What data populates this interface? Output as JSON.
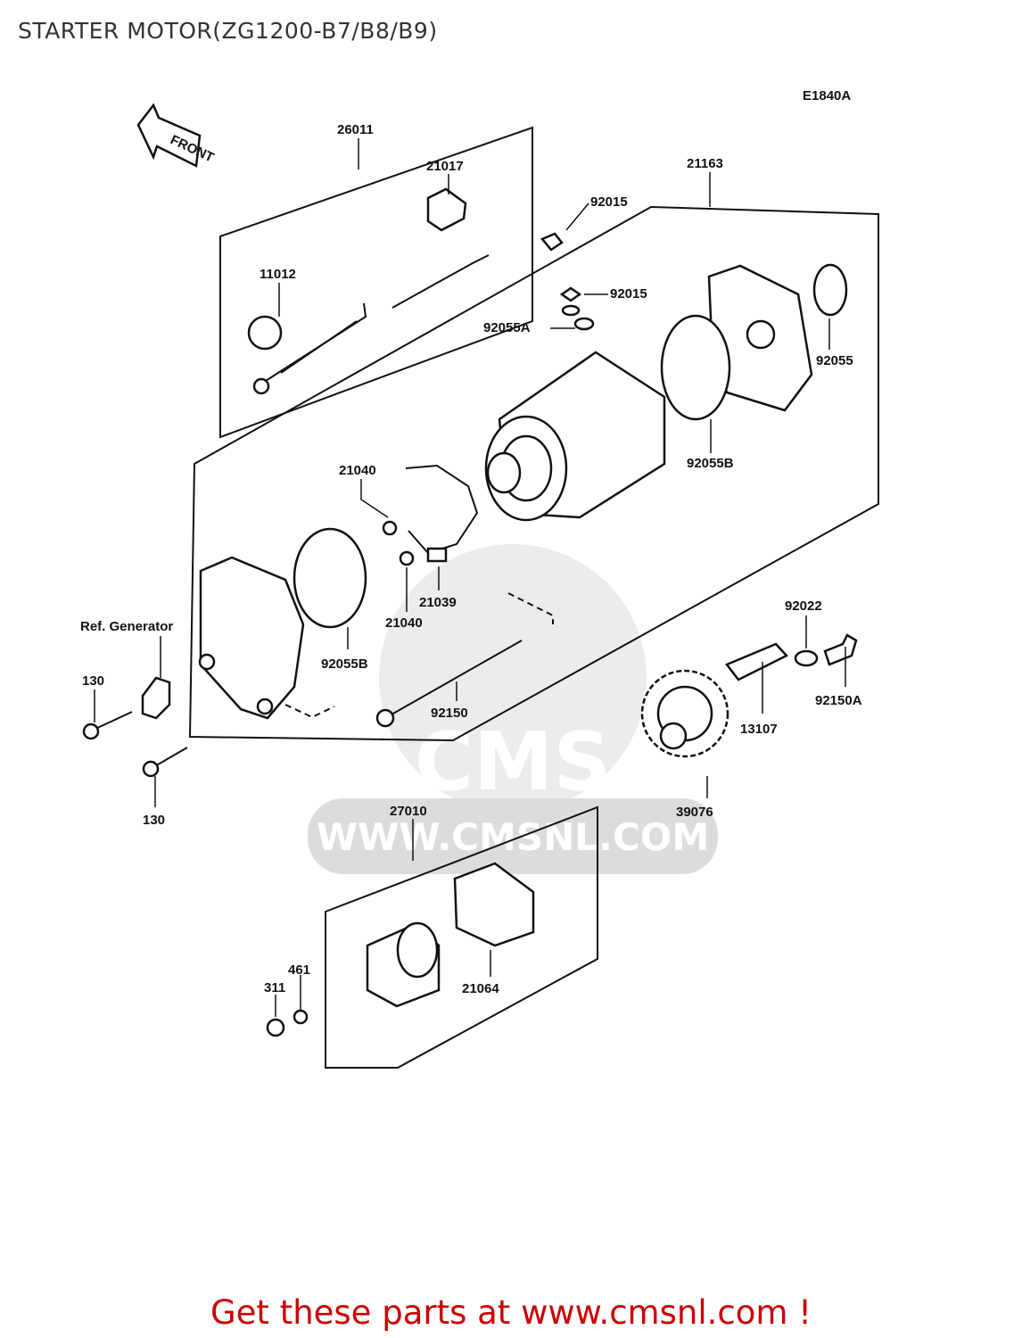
{
  "page": {
    "title": "STARTER MOTOR(ZG1200-B7/B8/B9)",
    "footer": "Get these parts at www.cmsnl.com !"
  },
  "diagram": {
    "code": "E1840A",
    "front_label": "FRONT",
    "ref_note": "Ref. Generator",
    "watermark": {
      "brand": "CMS",
      "url": "WWW.CMSNL.COM"
    },
    "parts": {
      "p26011": "26011",
      "p21017": "21017",
      "p11012": "11012",
      "p21163": "21163",
      "p92015a": "92015",
      "p92015b": "92015",
      "p92055A": "92055A",
      "p92055": "92055",
      "p92055B_top": "92055B",
      "p21040_top": "21040",
      "p21039": "21039",
      "p21040_bottom": "21040",
      "p92055B_left": "92055B",
      "p92150": "92150",
      "p92022": "92022",
      "p92150A": "92150A",
      "p13107": "13107",
      "p39076": "39076",
      "p130_top": "130",
      "p130_bottom": "130",
      "p27010": "27010",
      "p21064": "21064",
      "p311": "311",
      "p461": "461"
    }
  }
}
